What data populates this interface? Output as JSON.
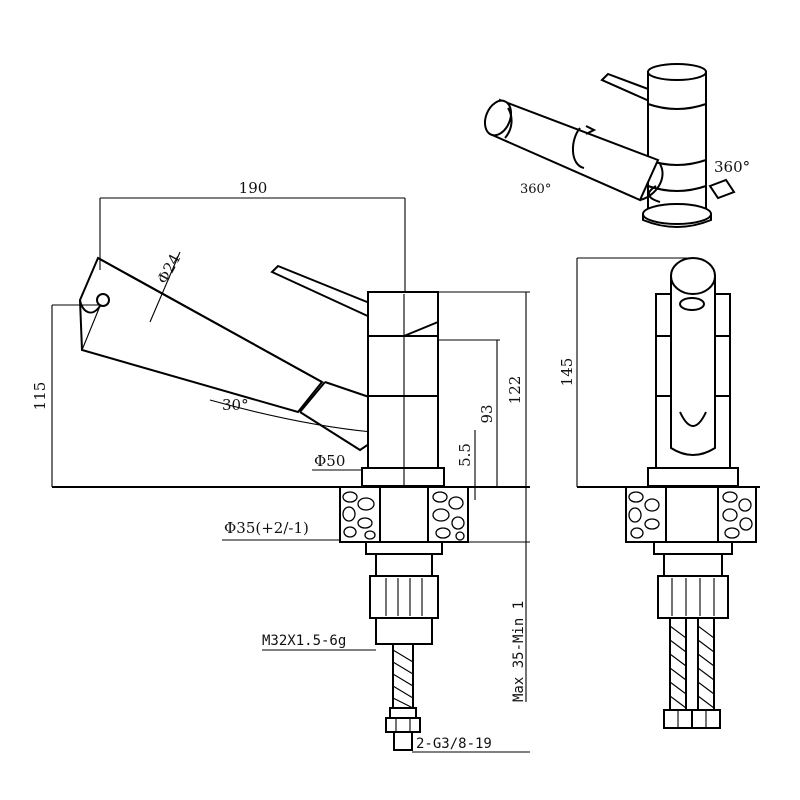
{
  "dimensions": {
    "width_190": "190",
    "diameter_24": "Φ24",
    "height_115": "115",
    "angle_30": "30°",
    "height_93": "93",
    "height_122": "122",
    "offset_5_5": "5.5",
    "diameter_50": "Φ50",
    "hole_35": "Φ35(+2/-1)",
    "thread": "M32X1.5-6g",
    "max_min": "Max 35-Min 1",
    "hose": "2-G3/8-19",
    "height_145": "145"
  },
  "rotation": {
    "spout": "360°",
    "body": "360°"
  }
}
